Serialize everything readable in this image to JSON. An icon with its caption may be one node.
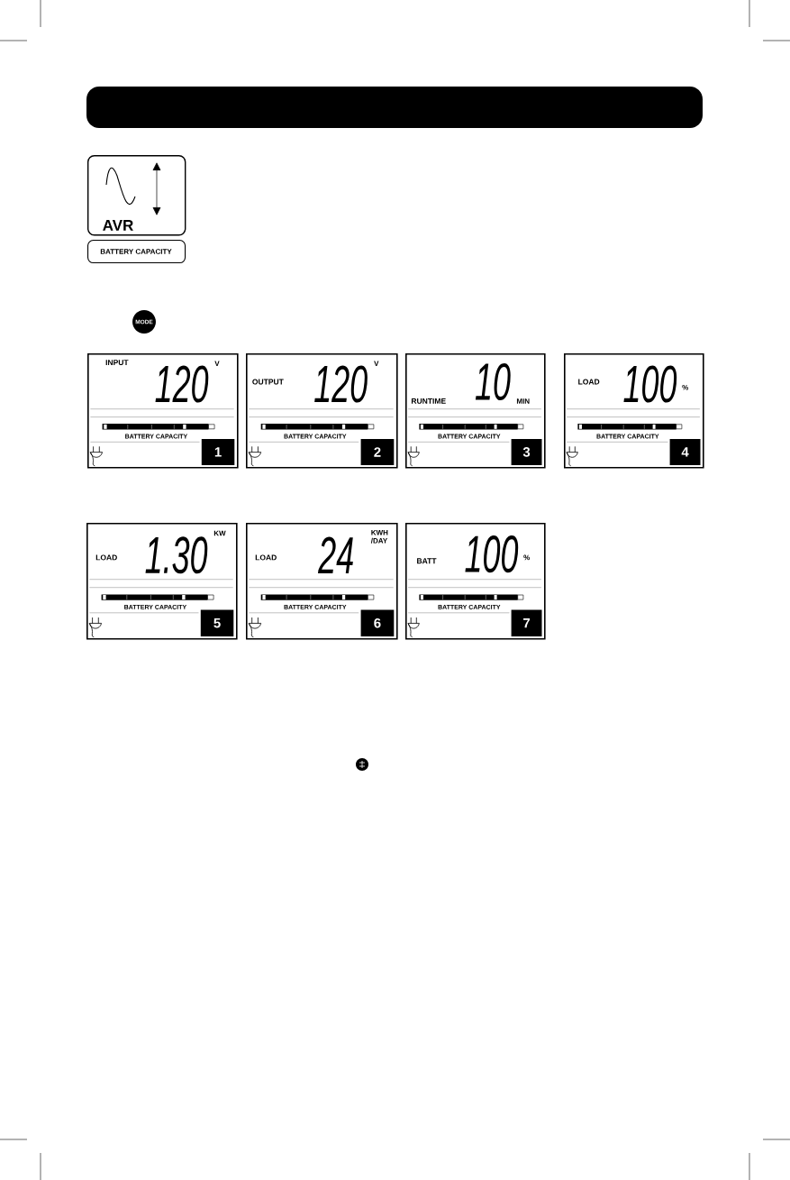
{
  "diagram": {
    "nodes": [
      {
        "text": [
          "AVR"
        ]
      },
      {
        "text": [
          "BATTERY CAPACITY"
        ]
      },
      {
        "text": [
          "MODE"
        ]
      },
      {
        "text": [
          "INPUT",
          "120",
          "V",
          "BATTERY CAPACITY",
          "1"
        ]
      },
      {
        "text": [
          "OUTPUT",
          "120",
          "V",
          "BATTERY CAPACITY",
          "2"
        ]
      },
      {
        "text": [
          "RUNTIME",
          "10",
          "MIN",
          "BATTERY CAPACITY",
          "3"
        ]
      },
      {
        "text": [
          "LOAD",
          "100",
          "%",
          "BATTERY CAPACITY",
          "4"
        ]
      },
      {
        "text": [
          "LOAD",
          "1.30",
          "KW",
          "BATTERY CAPACITY",
          "5"
        ]
      },
      {
        "text": [
          "LOAD",
          "24",
          "KWH /DAY",
          "BATTERY CAPACITY",
          "6"
        ]
      },
      {
        "text": [
          "BATT",
          "100",
          "%",
          "BATTERY CAPACITY",
          "7"
        ]
      }
    ]
  }
}
